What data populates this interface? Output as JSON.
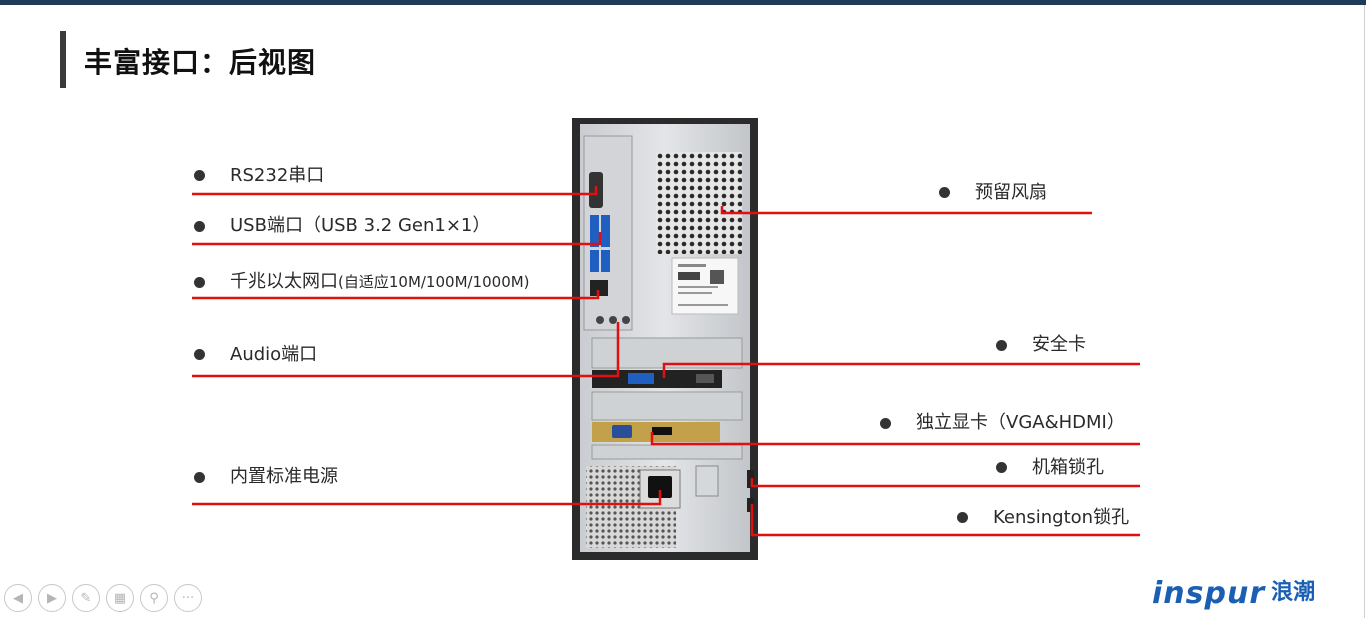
{
  "slide": {
    "title": "丰富接口：后视图"
  },
  "callouts": {
    "rs232": "RS232串口",
    "usb_main": "USB端口（USB 3.2 Gen1×1）",
    "lan_main": "千兆以太网口",
    "lan_sub": "(自适应10M/100M/1000M)",
    "audio": "Audio端口",
    "psu": "内置标准电源",
    "fan": "预留风扇",
    "security_card": "安全卡",
    "gpu": "独立显卡（VGA&HDMI）",
    "chassis_lock": "机箱锁孔",
    "kensington": "Kensington锁孔"
  },
  "colors": {
    "leader_line": "#e01010",
    "logo_blue": "#1a5fb4",
    "top_bar": "#1f3b57"
  },
  "nav": {
    "buttons": [
      {
        "name": "prev-icon",
        "glyph": "◀"
      },
      {
        "name": "next-icon",
        "glyph": "▶"
      },
      {
        "name": "pen-icon",
        "glyph": "✎"
      },
      {
        "name": "slides-icon",
        "glyph": "▦"
      },
      {
        "name": "zoom-icon",
        "glyph": "⚲"
      },
      {
        "name": "more-icon",
        "glyph": "···"
      }
    ]
  },
  "logo": {
    "en": "inspur",
    "cn": "浪潮"
  }
}
